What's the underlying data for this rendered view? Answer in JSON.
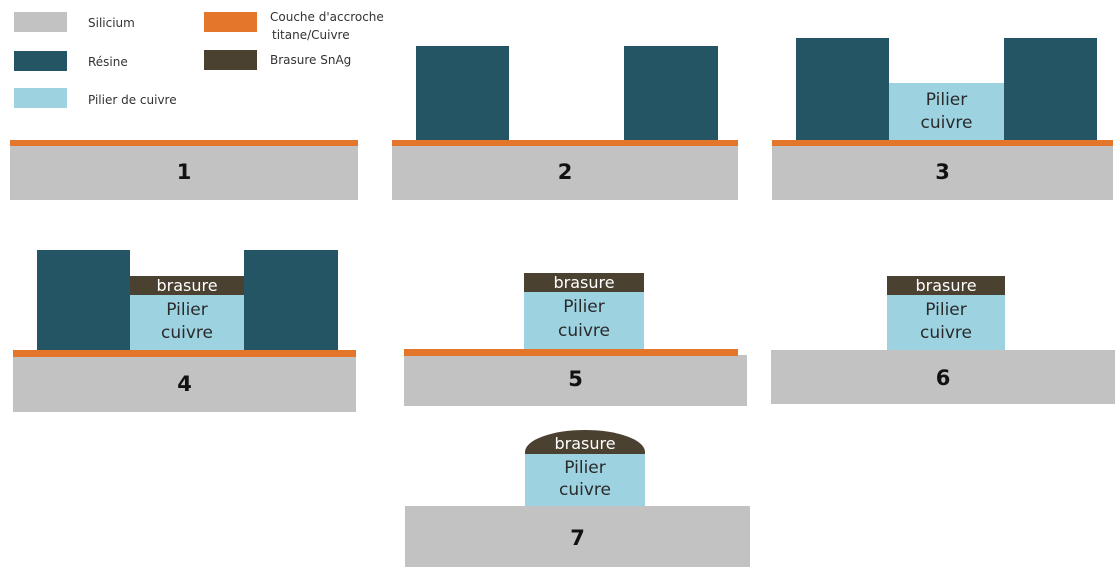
{
  "legend": {
    "items": [
      {
        "label": "Silicium",
        "color": "#c2c2c2"
      },
      {
        "label": "Couche d'accroche",
        "label2": "titane/Cuivre",
        "color": "#e3762a"
      },
      {
        "label": "Résine",
        "color": "#245565"
      },
      {
        "label": "Brasure SnAg",
        "color": "#4b4131"
      },
      {
        "label": "Pilier de cuivre",
        "color": "#9dd2e1"
      }
    ]
  },
  "labels": {
    "pillar_line1": "Pilier",
    "pillar_line2": "cuivre",
    "solder": "brasure"
  },
  "steps": [
    {
      "number": "1"
    },
    {
      "number": "2"
    },
    {
      "number": "3"
    },
    {
      "number": "4"
    },
    {
      "number": "5"
    },
    {
      "number": "6"
    },
    {
      "number": "7"
    }
  ]
}
